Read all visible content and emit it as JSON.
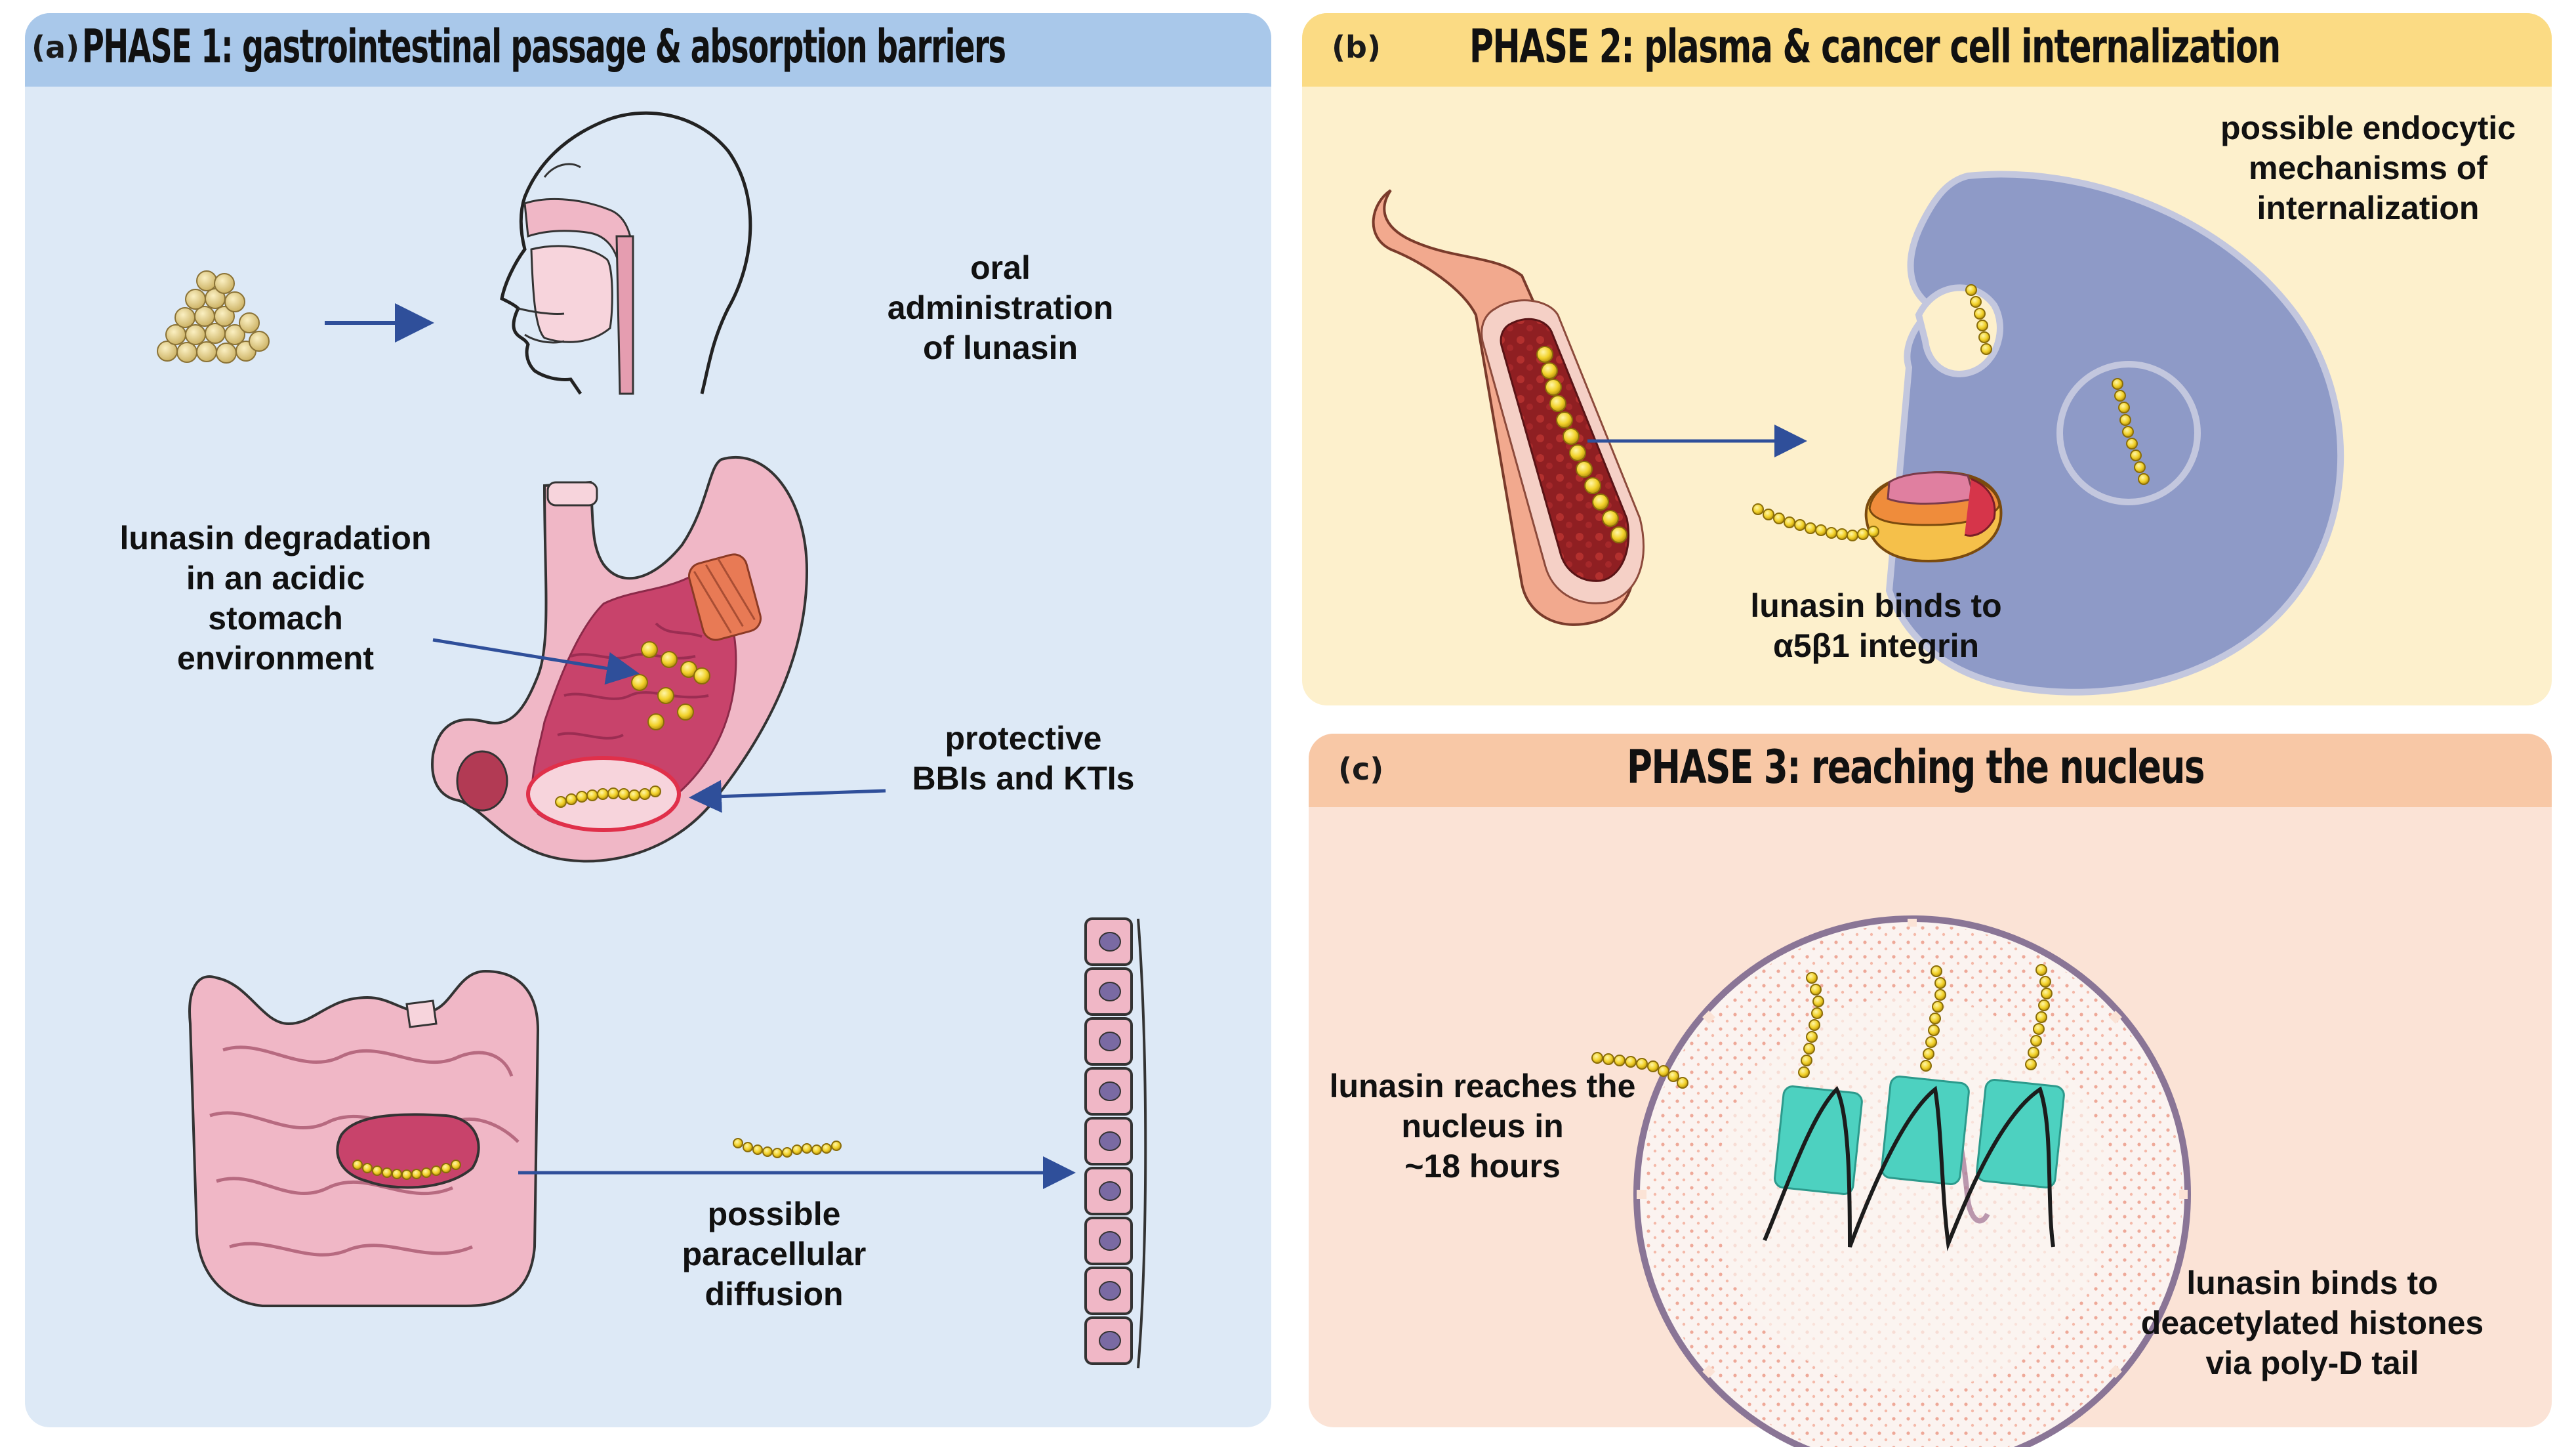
{
  "colors": {
    "phase1_bg": "#dde9f6",
    "phase1_header": "#a9c8ea",
    "phase2_bg": "#fdf0cc",
    "phase2_header": "#fbdb84",
    "phase3_bg": "#fbe3d6",
    "phase3_header": "#f8c8a6",
    "arrow": "#2f4f9a",
    "lunasin_bead": "#f2d22a",
    "cell": "#8e9ac7",
    "tissue_pink": "#eeb6c4"
  },
  "phase1": {
    "tag": "(a)",
    "title": "PHASE 1: gastrointestinal passage & absorption barriers",
    "oral_label": [
      "oral",
      "administration",
      "of lunasin"
    ],
    "degradation_label": [
      "lunasin degradation",
      "in an acidic",
      "stomach",
      "environment"
    ],
    "protective_label": [
      "protective",
      "BBIs and KTIs"
    ],
    "diffusion_label": [
      "possible",
      "paracellular",
      "diffusion"
    ],
    "icons": [
      "soybean-pile-icon",
      "head-profile-icon",
      "stomach-icon",
      "intestine-icon",
      "epithelial-cells-icon"
    ]
  },
  "phase2": {
    "tag": "(b)",
    "title": "PHASE 2: plasma & cancer cell internalization",
    "endocytic_label": [
      "possible endocytic",
      "mechanisms of",
      "internalization"
    ],
    "integrin_label": [
      "lunasin binds to",
      "α5β1 integrin"
    ],
    "icons": [
      "blood-vessel-icon",
      "integrin-receptor-icon",
      "cancer-cell-icon"
    ]
  },
  "phase3": {
    "tag": "(c)",
    "title": "PHASE 3: reaching the nucleus",
    "reach_label": [
      "lunasin reaches the",
      "nucleus in",
      "~18 hours"
    ],
    "histone_label": [
      "lunasin binds to",
      "deacetylated histones",
      "via poly-D tail"
    ],
    "icons": [
      "nucleus-icon",
      "histone-icon"
    ]
  }
}
